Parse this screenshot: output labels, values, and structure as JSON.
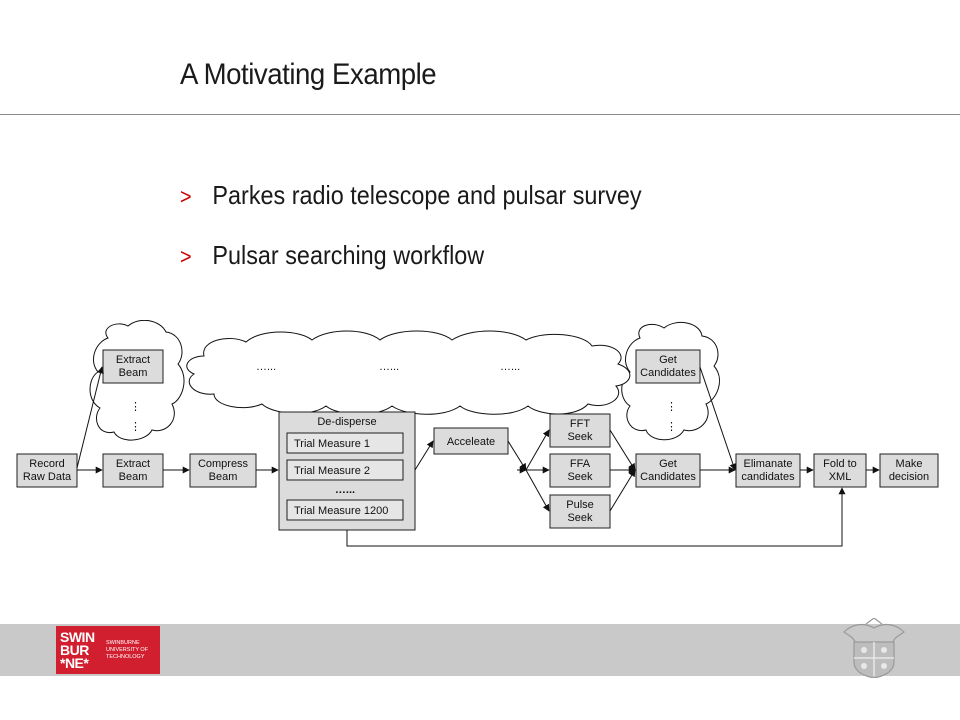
{
  "slide": {
    "title": "A Motivating Example",
    "bullets": [
      {
        "marker": ">",
        "text": "Parkes radio telescope and pulsar survey"
      },
      {
        "marker": ">",
        "text": "Pulsar searching workflow"
      }
    ]
  },
  "diagram": {
    "nodes": {
      "record_raw_data": [
        "Record",
        "Raw Data"
      ],
      "extract_beam_top": [
        "Extract",
        "Beam"
      ],
      "extract_beam": [
        "Extract",
        "Beam"
      ],
      "compress_beam": [
        "Compress",
        "Beam"
      ],
      "de_disperse": "De-disperse",
      "trial_measure_1": "Trial Measure 1",
      "trial_measure_2": "Trial Measure 2",
      "trial_measure_1200": "Trial Measure 1200",
      "accelerate": "Acceleate",
      "fft_seek": [
        "FFT",
        "Seek"
      ],
      "ffa_seek": [
        "FFA",
        "Seek"
      ],
      "pulse_seek": [
        "Pulse",
        "Seek"
      ],
      "get_candidates_top": [
        "Get",
        "Candidates"
      ],
      "get_candidates": [
        "Get",
        "Candidates"
      ],
      "eliminate_candidates": [
        "Elimanate",
        "candidates"
      ],
      "fold_to_xml": [
        "Fold to",
        "XML"
      ],
      "make_decision": [
        "Make",
        "decision"
      ]
    },
    "cloud_ellipses": [
      "…...",
      "…...",
      "…..."
    ],
    "trial_ellipsis": "…...",
    "vertical_dots": "⋮",
    "colors": {
      "box_fill": "#dcdcdc",
      "group_fill": "#e6e6e6",
      "stroke": "#1f1f1f"
    }
  },
  "footer": {
    "logo_main": "SWIN\nBUR\n*NE*",
    "logo_sub": "SWINBURNE\nUNIVERSITY OF\nTECHNOLOGY",
    "logo_color": "#d11f2f",
    "crest_icon": "university-crest-icon"
  }
}
